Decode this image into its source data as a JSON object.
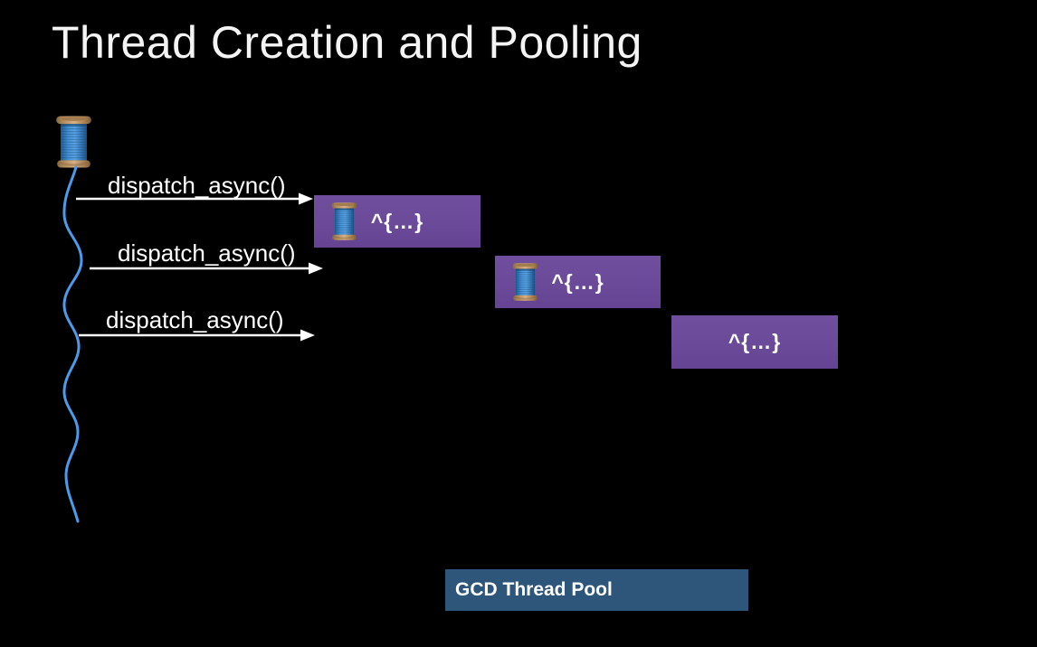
{
  "slide": {
    "title": "Thread Creation and Pooling"
  },
  "dispatch_calls": [
    {
      "label": "dispatch_async()"
    },
    {
      "label": "dispatch_async()"
    },
    {
      "label": "dispatch_async()"
    }
  ],
  "task_blocks": [
    {
      "label": "^{…}",
      "icon": "thread-spool-icon"
    },
    {
      "label": "^{…}",
      "icon": "thread-spool-icon"
    },
    {
      "label": "^{…}"
    }
  ],
  "thread_pool": {
    "label": "GCD Thread Pool"
  },
  "colors": {
    "background": "#000000",
    "title_text": "#F4F4F4",
    "task_block_purple": "#6B4A99",
    "pool_blue": "#2E567A",
    "thread_blue": "#4D9AE8",
    "arrow_white": "#FFFFFF",
    "spool_cap_tan": "#C79E6C",
    "spool_body_blue": "#4896DC"
  }
}
